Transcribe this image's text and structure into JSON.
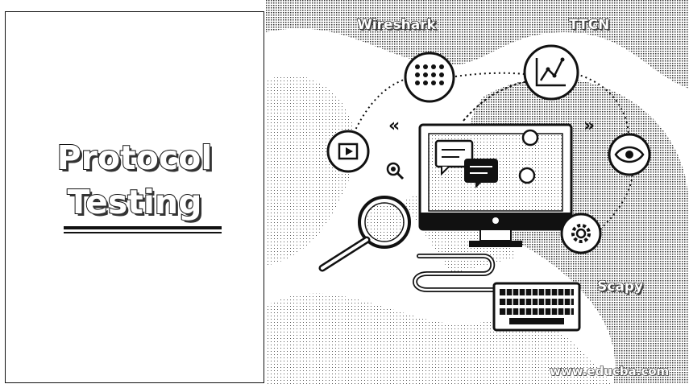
{
  "title": {
    "line1": "Protocol",
    "line2": "Testing"
  },
  "tools": {
    "wireshark": "Wireshark",
    "ttcn": "TTCN",
    "scapy": "Scapy"
  },
  "website": "www.educba.com",
  "icons": [
    "grid-dots-icon",
    "line-chart-icon",
    "play-icon",
    "search-icon",
    "eye-icon",
    "gear-icon",
    "chat-bubble-icon",
    "magnifier-icon",
    "keyboard-icon",
    "monitor-icon",
    "mouse-icon"
  ],
  "colors": {
    "ink": "#111111",
    "paper": "#ffffff",
    "halftone": "#9a9a9a"
  }
}
